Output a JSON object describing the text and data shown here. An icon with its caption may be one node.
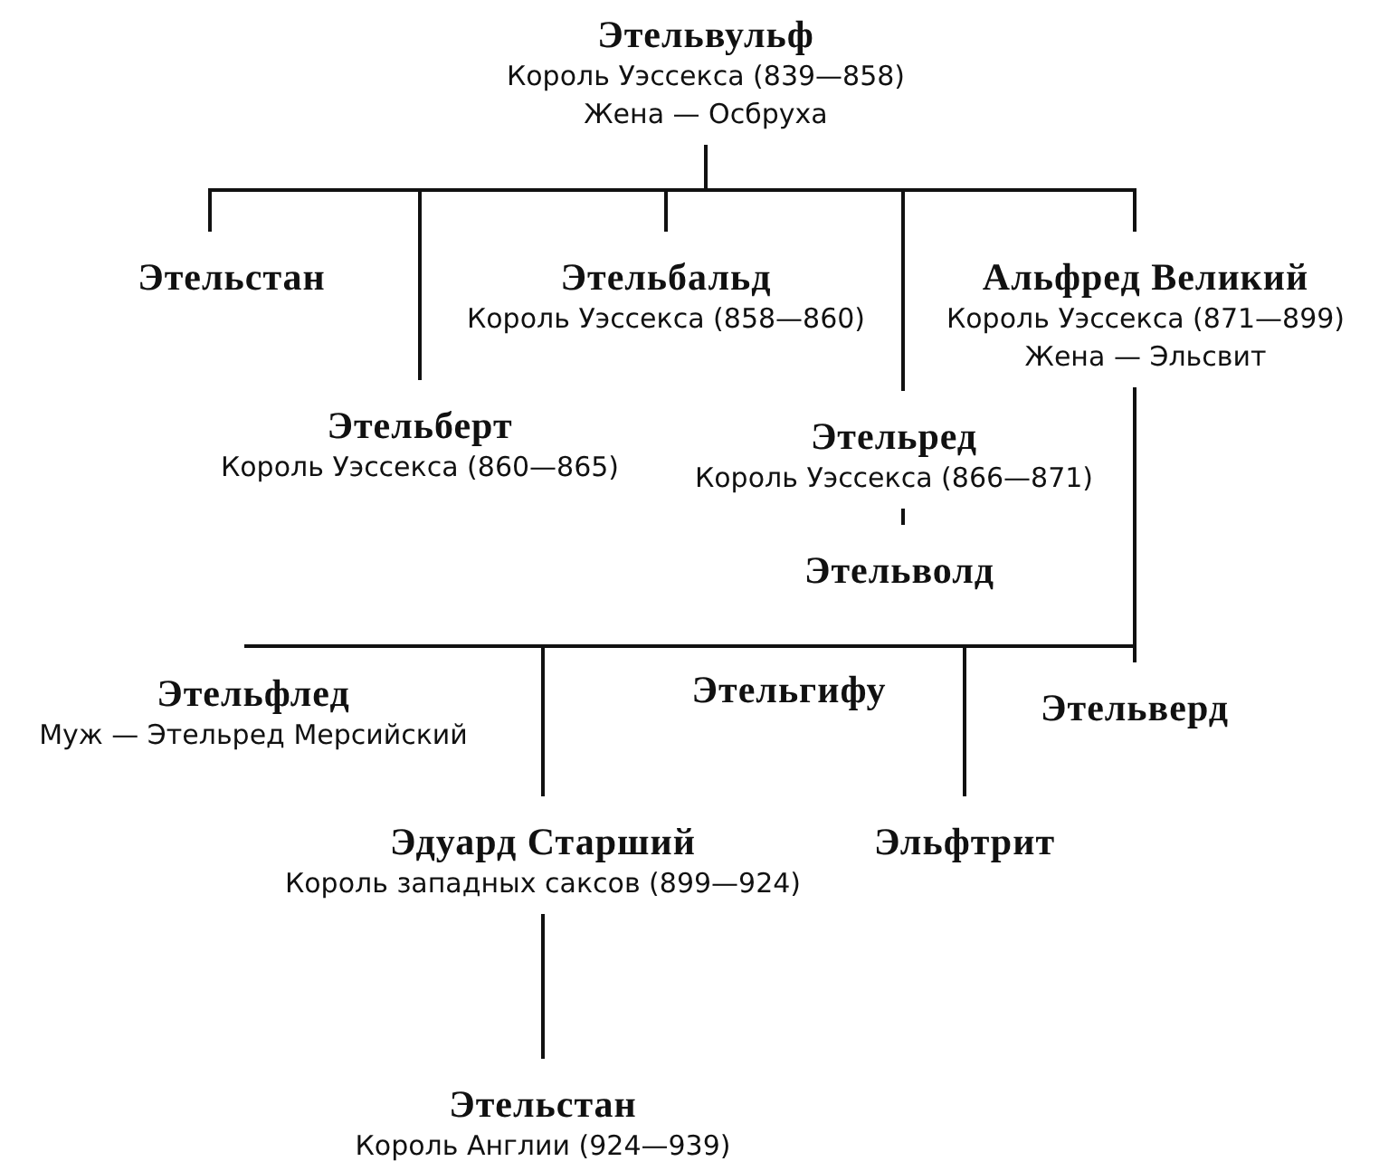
{
  "diagram": {
    "nodes": [
      {
        "text": [
          "Этельвульф",
          "Король Уэссекса (839—858)",
          "Жена — Осбруха"
        ]
      },
      {
        "text": [
          "Этельстан"
        ]
      },
      {
        "text": [
          "Этельбальд",
          "Король Уэссекса (858—860)"
        ]
      },
      {
        "text": [
          "Альфред Великий",
          "Король Уэссекса (871—899)",
          "Жена — Эльсвит"
        ]
      },
      {
        "text": [
          "Этельберт",
          "Король Уэссекса (860—865)"
        ]
      },
      {
        "text": [
          "Этельред",
          "Король Уэссекса (866—871)"
        ]
      },
      {
        "text": [
          "Этельволд"
        ]
      },
      {
        "text": [
          "Этельфлед",
          "Муж — Этельред Мерсийский"
        ]
      },
      {
        "text": [
          "Этельгифу"
        ]
      },
      {
        "text": [
          "Этельверд"
        ]
      },
      {
        "text": [
          "Эдуард Старший",
          "Король западных саксов (899—924)"
        ]
      },
      {
        "text": [
          "Эльфтрит"
        ]
      },
      {
        "text": [
          "Этельстан",
          "Король Англии (924—939)"
        ]
      }
    ],
    "edges": [
      {
        "from": 0,
        "to": 1,
        "arrow": "none"
      },
      {
        "from": 0,
        "to": 4,
        "arrow": "none"
      },
      {
        "from": 0,
        "to": 2,
        "arrow": "none"
      },
      {
        "from": 0,
        "to": 5,
        "arrow": "none"
      },
      {
        "from": 0,
        "to": 3,
        "arrow": "none"
      },
      {
        "from": 5,
        "to": 6,
        "arrow": "none"
      },
      {
        "from": 3,
        "to": 7,
        "arrow": "none"
      },
      {
        "from": 3,
        "to": 10,
        "arrow": "none"
      },
      {
        "from": 3,
        "to": 8,
        "arrow": "none"
      },
      {
        "from": 3,
        "to": 11,
        "arrow": "none"
      },
      {
        "from": 3,
        "to": 9,
        "arrow": "none"
      },
      {
        "from": 10,
        "to": 12,
        "arrow": "none"
      }
    ]
  }
}
